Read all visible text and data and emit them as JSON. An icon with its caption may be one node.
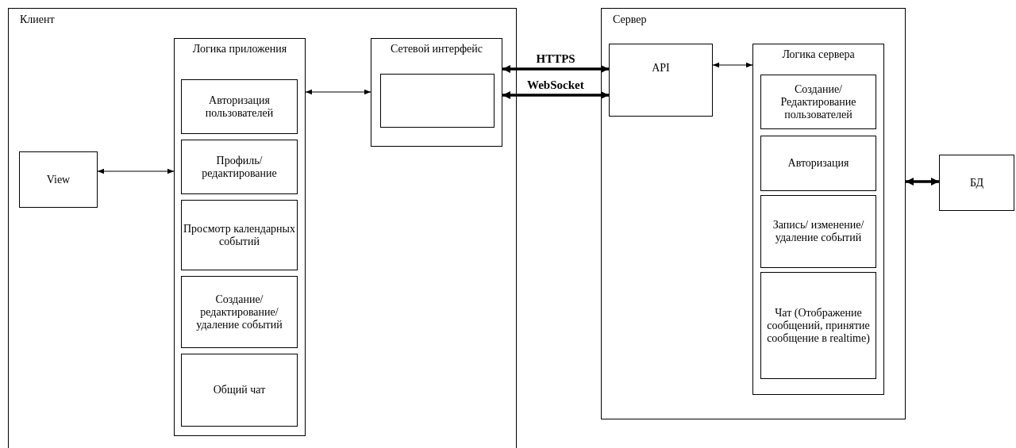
{
  "diagram": {
    "nodes": [
      {
        "text": [
          "Клиент"
        ]
      },
      {
        "text": [
          "View"
        ],
        "in": 0
      },
      {
        "text": [
          "Логика приложения"
        ],
        "in": 0
      },
      {
        "text": [
          "Авторизация пользователей"
        ],
        "in": 2
      },
      {
        "text": [
          "Профиль/ редактирование"
        ],
        "in": 2
      },
      {
        "text": [
          "Просмотр календарных событий"
        ],
        "in": 2
      },
      {
        "text": [
          "Создание/ редактирование/ удаление событий"
        ],
        "in": 2
      },
      {
        "text": [
          "Общий чат"
        ],
        "in": 2
      },
      {
        "text": [
          "Сетевой интерфейс"
        ],
        "in": 0
      },
      {
        "text": [],
        "shape": "box",
        "in": 8
      },
      {
        "text": [
          "Сервер"
        ]
      },
      {
        "text": [
          "API"
        ],
        "in": 10
      },
      {
        "text": [
          "Логика сервера"
        ],
        "in": 10
      },
      {
        "text": [
          "Создание/ Редактирование пользователей"
        ],
        "in": 12
      },
      {
        "text": [
          "Авторизация"
        ],
        "in": 12
      },
      {
        "text": [
          "Запись/ изменение/ удаление событий"
        ],
        "in": 12
      },
      {
        "text": [
          "Чат (Отображение сообщений, принятие сообщение в realtime)"
        ],
        "in": 12
      },
      {
        "text": [
          "БД"
        ]
      }
    ],
    "edges": [
      {
        "from": 1,
        "to": 2,
        "arrow": "both"
      },
      {
        "from": 2,
        "to": 8,
        "arrow": "both"
      },
      {
        "from": 8,
        "to": 11,
        "arrow": "both",
        "label": "HTTPS",
        "style": "thick"
      },
      {
        "from": 8,
        "to": 11,
        "arrow": "both",
        "label": "WebSocket",
        "style": "thick"
      },
      {
        "from": 11,
        "to": 12,
        "arrow": "both"
      },
      {
        "from": 10,
        "to": 17,
        "arrow": "both",
        "style": "thick"
      }
    ]
  }
}
